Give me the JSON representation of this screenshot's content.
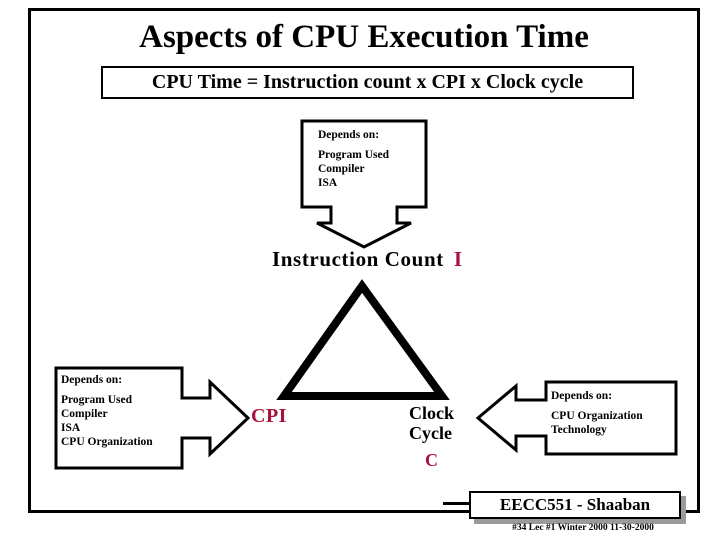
{
  "slide": {
    "title": "Aspects of CPU Execution Time",
    "formula": "CPU Time = Instruction count  x  CPI  x  Clock cycle"
  },
  "top_callout": {
    "heading": "Depends on:",
    "items": [
      "Program Used",
      "Compiler",
      "ISA"
    ],
    "arrow_direction": "down"
  },
  "instruction_count": {
    "label": "Instruction Count",
    "symbol": "I",
    "symbol_color": "#A8123C"
  },
  "left_callout": {
    "heading": "Depends on:",
    "items": [
      "Program Used",
      "Compiler",
      "ISA",
      "CPU Organization"
    ],
    "arrow_direction": "right"
  },
  "right_callout": {
    "heading": "Depends on:",
    "items": [
      "CPU Organization",
      "Technology"
    ],
    "arrow_direction": "left"
  },
  "cpi": {
    "label": "CPI",
    "color": "#A8123C"
  },
  "clock_cycle": {
    "line1": "Clock",
    "line2": "Cycle",
    "symbol": "C",
    "symbol_color": "#A8123C"
  },
  "footer": {
    "course": "EECC551 - Shaaban",
    "meta": "#34   Lec #1  Winter 2000   11-30-2000"
  },
  "colors": {
    "accent": "#A8123C",
    "ink": "#000000",
    "shadow": "#9a9a9a",
    "background": "#ffffff"
  }
}
